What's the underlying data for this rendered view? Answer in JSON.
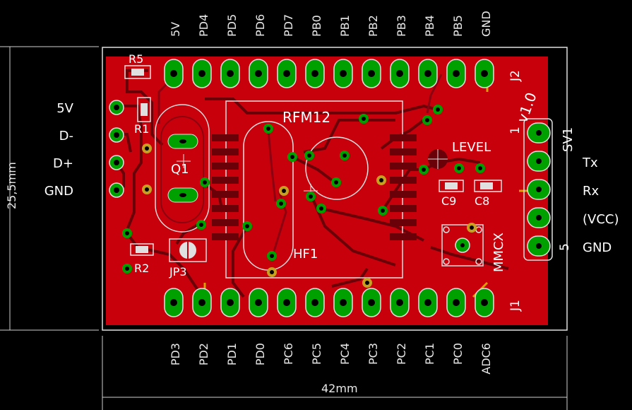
{
  "board": {
    "width_label": "42mm",
    "height_label": "25,5mm",
    "revision": "v1.0",
    "top_pins": [
      "5V",
      "PD4",
      "PD5",
      "PD6",
      "PD7",
      "PB0",
      "PB1",
      "PB2",
      "PB3",
      "PB4",
      "PB5",
      "GND"
    ],
    "bottom_pins": [
      "PD3",
      "PD2",
      "PD1",
      "PD0",
      "PC6",
      "PC5",
      "PC4",
      "PC3",
      "PC2",
      "PC1",
      "PC0",
      "ADC6"
    ],
    "usb_pins": [
      "5V",
      "D-",
      "D+",
      "GND"
    ],
    "serial_pins": [
      "Tx",
      "Rx",
      "(VCC)",
      "GND"
    ],
    "components": {
      "r5": "R5",
      "r1": "R1",
      "r2": "R2",
      "q1": "Q1",
      "jp3": "JP3",
      "rfm12": "RFM12",
      "hf1": "HF1",
      "level": "LEVEL",
      "c9": "C9",
      "c8": "C8",
      "mmcx": "MMCX",
      "j1": "J1",
      "j2": "J2",
      "sv1": "SV1",
      "sv1_pin1": "1",
      "sv1_pin5": "5"
    }
  },
  "colors": {
    "background": "#000000",
    "board_fill": "#c8000c",
    "pad_green": "#00a000",
    "outline": "#e0e0e0",
    "drill_yellow": "#c8a020"
  }
}
